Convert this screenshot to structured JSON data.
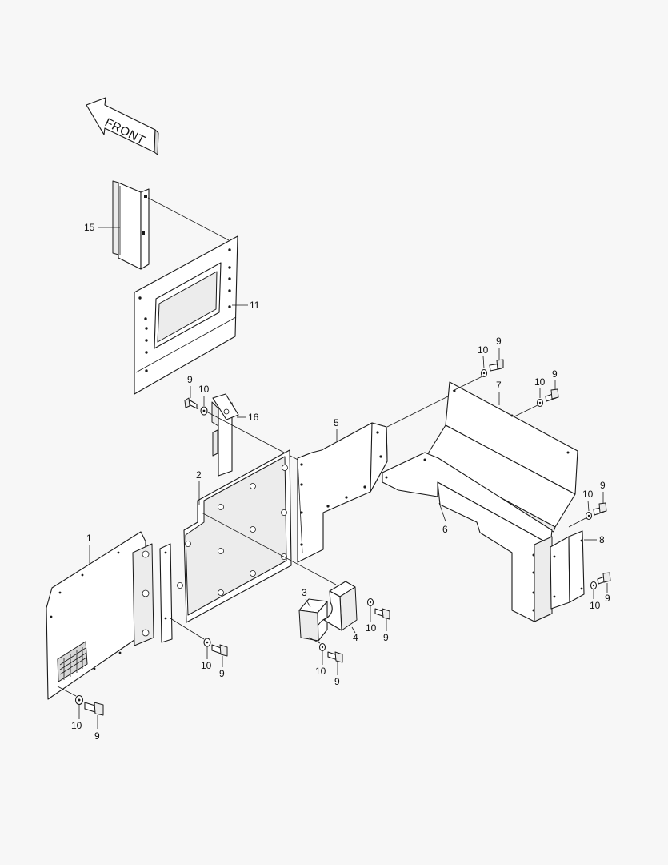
{
  "diagram": {
    "direction_label": "FRONT",
    "callouts": {
      "p1": "1",
      "p2": "2",
      "p3": "3",
      "p4": "4",
      "p5": "5",
      "p6": "6",
      "p7": "7",
      "p8": "8",
      "p11": "11",
      "p15": "15",
      "p16": "16",
      "bolt_a": "9",
      "washer_a": "10",
      "bolt_b": "9",
      "washer_b": "10",
      "bolt_c": "9",
      "washer_c": "10",
      "bolt_d": "9",
      "washer_d": "10",
      "bolt_e": "9",
      "washer_e": "10",
      "bolt_f": "9",
      "washer_f": "10",
      "bolt_g": "9",
      "washer_g": "10",
      "bolt_h": "9",
      "washer_h": "10",
      "bolt_i": "9",
      "washer_i": "10"
    }
  }
}
